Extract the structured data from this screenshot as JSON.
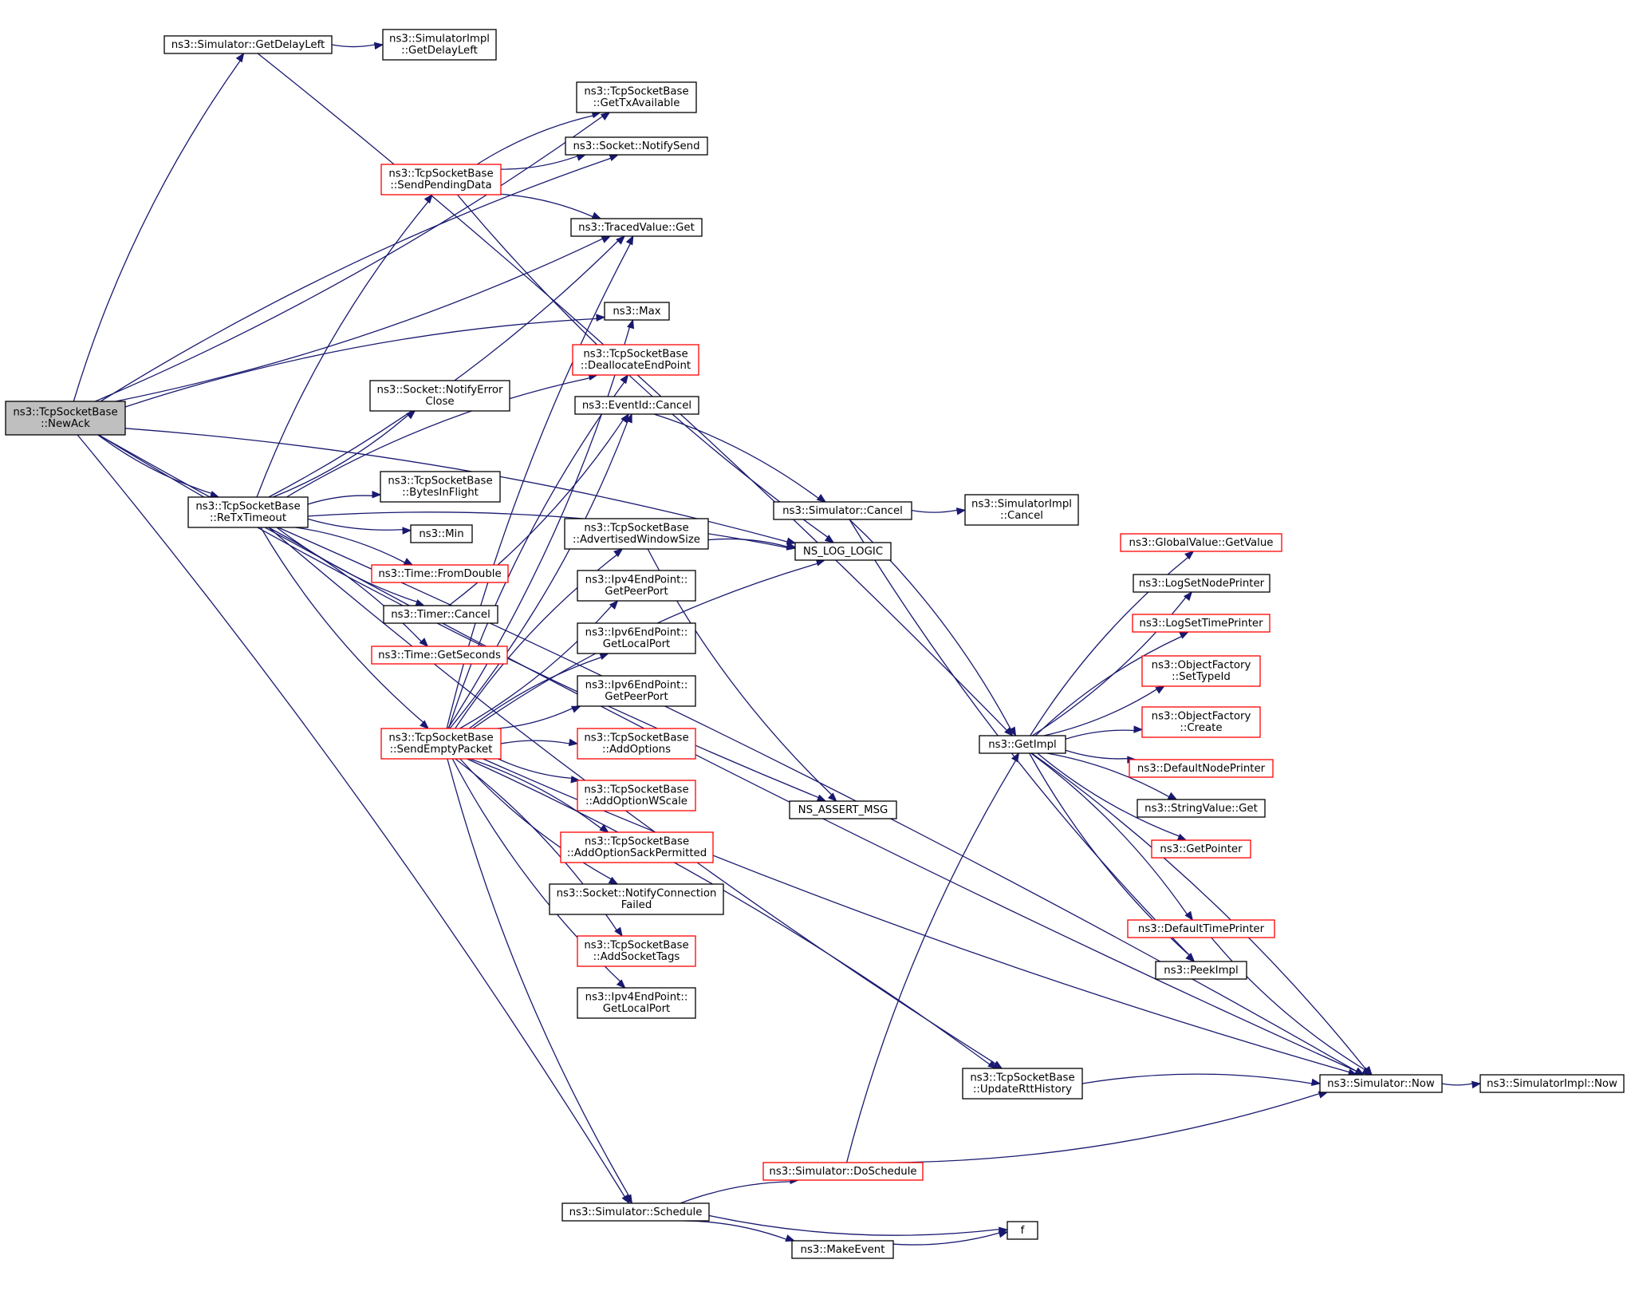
{
  "colors": {
    "edge": "#191970",
    "border_normal": "#000000",
    "border_red": "#ff0000",
    "fill_normal": "#ffffff",
    "fill_root": "#bfbfbf"
  },
  "nodes": [
    {
      "id": "newack",
      "lines": [
        "ns3::TcpSocketBase",
        "::NewAck"
      ],
      "style": "root"
    },
    {
      "id": "getdelayleft",
      "lines": [
        "ns3::Simulator::GetDelayLeft"
      ],
      "style": "normal"
    },
    {
      "id": "implgetdelayleft",
      "lines": [
        "ns3::SimulatorImpl",
        "::GetDelayLeft"
      ],
      "style": "normal"
    },
    {
      "id": "gettxavailable",
      "lines": [
        "ns3::TcpSocketBase",
        "::GetTxAvailable"
      ],
      "style": "normal"
    },
    {
      "id": "notifysend",
      "lines": [
        "ns3::Socket::NotifySend"
      ],
      "style": "normal"
    },
    {
      "id": "sendpendingdata",
      "lines": [
        "ns3::TcpSocketBase",
        "::SendPendingData"
      ],
      "style": "red"
    },
    {
      "id": "tracedget",
      "lines": [
        "ns3::TracedValue::Get"
      ],
      "style": "normal"
    },
    {
      "id": "max",
      "lines": [
        "ns3::Max"
      ],
      "style": "normal"
    },
    {
      "id": "deallocate",
      "lines": [
        "ns3::TcpSocketBase",
        "::DeallocateEndPoint"
      ],
      "style": "red"
    },
    {
      "id": "notifyerror",
      "lines": [
        "ns3::Socket::NotifyError",
        "Close"
      ],
      "style": "normal"
    },
    {
      "id": "eventcancel",
      "lines": [
        "ns3::EventId::Cancel"
      ],
      "style": "normal"
    },
    {
      "id": "bytesinflight",
      "lines": [
        "ns3::TcpSocketBase",
        "::BytesInFlight"
      ],
      "style": "normal"
    },
    {
      "id": "retxtimeout",
      "lines": [
        "ns3::TcpSocketBase",
        "::ReTxTimeout"
      ],
      "style": "normal"
    },
    {
      "id": "simcancel",
      "lines": [
        "ns3::Simulator::Cancel"
      ],
      "style": "normal"
    },
    {
      "id": "implcancel",
      "lines": [
        "ns3::SimulatorImpl",
        "::Cancel"
      ],
      "style": "normal"
    },
    {
      "id": "min",
      "lines": [
        "ns3::Min"
      ],
      "style": "normal"
    },
    {
      "id": "advwindow",
      "lines": [
        "ns3::TcpSocketBase",
        "::AdvertisedWindowSize"
      ],
      "style": "normal"
    },
    {
      "id": "nslog",
      "lines": [
        "NS_LOG_LOGIC"
      ],
      "style": "normal"
    },
    {
      "id": "globalvalue",
      "lines": [
        "ns3::GlobalValue::GetValue"
      ],
      "style": "red"
    },
    {
      "id": "fromdouble",
      "lines": [
        "ns3::Time::FromDouble"
      ],
      "style": "red"
    },
    {
      "id": "ipv4peerport",
      "lines": [
        "ns3::Ipv4EndPoint::",
        "GetPeerPort"
      ],
      "style": "normal"
    },
    {
      "id": "timercancel",
      "lines": [
        "ns3::Timer::Cancel"
      ],
      "style": "normal"
    },
    {
      "id": "lognodeprinter",
      "lines": [
        "ns3::LogSetNodePrinter"
      ],
      "style": "normal"
    },
    {
      "id": "ipv6localport",
      "lines": [
        "ns3::Ipv6EndPoint::",
        "GetLocalPort"
      ],
      "style": "normal"
    },
    {
      "id": "logtimeprinter",
      "lines": [
        "ns3::LogSetTimePrinter"
      ],
      "style": "red"
    },
    {
      "id": "getseconds",
      "lines": [
        "ns3::Time::GetSeconds"
      ],
      "style": "red"
    },
    {
      "id": "settypeid",
      "lines": [
        "ns3::ObjectFactory",
        "::SetTypeId"
      ],
      "style": "red"
    },
    {
      "id": "ipv6peerport",
      "lines": [
        "ns3::Ipv6EndPoint::",
        "GetPeerPort"
      ],
      "style": "normal"
    },
    {
      "id": "create",
      "lines": [
        "ns3::ObjectFactory",
        "::Create"
      ],
      "style": "red"
    },
    {
      "id": "sendempty",
      "lines": [
        "ns3::TcpSocketBase",
        "::SendEmptyPacket"
      ],
      "style": "red"
    },
    {
      "id": "addoptions",
      "lines": [
        "ns3::TcpSocketBase",
        "::AddOptions"
      ],
      "style": "red"
    },
    {
      "id": "getimpl",
      "lines": [
        "ns3::GetImpl"
      ],
      "style": "normal"
    },
    {
      "id": "defaultnodeprinter",
      "lines": [
        "ns3::DefaultNodePrinter"
      ],
      "style": "red"
    },
    {
      "id": "addwscale",
      "lines": [
        "ns3::TcpSocketBase",
        "::AddOptionWScale"
      ],
      "style": "red"
    },
    {
      "id": "stringget",
      "lines": [
        "ns3::StringValue::Get"
      ],
      "style": "normal"
    },
    {
      "id": "nsassert",
      "lines": [
        "NS_ASSERT_MSG"
      ],
      "style": "normal"
    },
    {
      "id": "addsack",
      "lines": [
        "ns3::TcpSocketBase",
        "::AddOptionSackPermitted"
      ],
      "style": "red"
    },
    {
      "id": "getpointer",
      "lines": [
        "ns3::GetPointer"
      ],
      "style": "red"
    },
    {
      "id": "notifyconnfailed",
      "lines": [
        "ns3::Socket::NotifyConnection",
        "Failed"
      ],
      "style": "normal"
    },
    {
      "id": "defaulttimeprinter",
      "lines": [
        "ns3::DefaultTimePrinter"
      ],
      "style": "red"
    },
    {
      "id": "addsockettags",
      "lines": [
        "ns3::TcpSocketBase",
        "::AddSocketTags"
      ],
      "style": "red"
    },
    {
      "id": "peekimpl",
      "lines": [
        "ns3::PeekImpl"
      ],
      "style": "normal"
    },
    {
      "id": "ipv4localport",
      "lines": [
        "ns3::Ipv4EndPoint::",
        "GetLocalPort"
      ],
      "style": "normal"
    },
    {
      "id": "updatertt",
      "lines": [
        "ns3::TcpSocketBase",
        "::UpdateRttHistory"
      ],
      "style": "normal"
    },
    {
      "id": "simnow",
      "lines": [
        "ns3::Simulator::Now"
      ],
      "style": "normal"
    },
    {
      "id": "implnow",
      "lines": [
        "ns3::SimulatorImpl::Now"
      ],
      "style": "normal"
    },
    {
      "id": "doschedule",
      "lines": [
        "ns3::Simulator::DoSchedule"
      ],
      "style": "red"
    },
    {
      "id": "schedule",
      "lines": [
        "ns3::Simulator::Schedule"
      ],
      "style": "normal"
    },
    {
      "id": "f",
      "lines": [
        "f"
      ],
      "style": "normal"
    },
    {
      "id": "makeevent",
      "lines": [
        "ns3::MakeEvent"
      ],
      "style": "normal"
    }
  ],
  "edges": [
    [
      "newack",
      "getdelayleft"
    ],
    [
      "getdelayleft",
      "implgetdelayleft"
    ],
    [
      "getdelayleft",
      "getimpl"
    ],
    [
      "newack",
      "gettxavailable"
    ],
    [
      "newack",
      "notifysend"
    ],
    [
      "newack",
      "tracedget"
    ],
    [
      "newack",
      "max"
    ],
    [
      "newack",
      "retxtimeout"
    ],
    [
      "newack",
      "nslog"
    ],
    [
      "newack",
      "nsassert"
    ],
    [
      "newack",
      "schedule"
    ],
    [
      "newack",
      "simnow"
    ],
    [
      "sendpendingdata",
      "gettxavailable"
    ],
    [
      "sendpendingdata",
      "notifysend"
    ],
    [
      "sendpendingdata",
      "tracedget"
    ],
    [
      "sendpendingdata",
      "nslog"
    ],
    [
      "retxtimeout",
      "sendpendingdata"
    ],
    [
      "retxtimeout",
      "tracedget"
    ],
    [
      "retxtimeout",
      "deallocate"
    ],
    [
      "retxtimeout",
      "notifyerror"
    ],
    [
      "retxtimeout",
      "bytesinflight"
    ],
    [
      "retxtimeout",
      "min"
    ],
    [
      "retxtimeout",
      "fromdouble"
    ],
    [
      "retxtimeout",
      "timercancel"
    ],
    [
      "retxtimeout",
      "getseconds"
    ],
    [
      "retxtimeout",
      "sendempty"
    ],
    [
      "retxtimeout",
      "nslog"
    ],
    [
      "retxtimeout",
      "updatertt"
    ],
    [
      "retxtimeout",
      "simnow"
    ],
    [
      "timercancel",
      "eventcancel"
    ],
    [
      "eventcancel",
      "simcancel"
    ],
    [
      "simcancel",
      "implcancel"
    ],
    [
      "simcancel",
      "getimpl"
    ],
    [
      "simcancel",
      "peekimpl"
    ],
    [
      "advwindow",
      "nslog"
    ],
    [
      "advwindow",
      "nsassert"
    ],
    [
      "sendempty",
      "tracedget"
    ],
    [
      "sendempty",
      "max"
    ],
    [
      "sendempty",
      "deallocate"
    ],
    [
      "sendempty",
      "eventcancel"
    ],
    [
      "sendempty",
      "advwindow"
    ],
    [
      "sendempty",
      "ipv4peerport"
    ],
    [
      "sendempty",
      "ipv6localport"
    ],
    [
      "sendempty",
      "ipv6peerport"
    ],
    [
      "sendempty",
      "addoptions"
    ],
    [
      "sendempty",
      "addwscale"
    ],
    [
      "sendempty",
      "addsack"
    ],
    [
      "sendempty",
      "notifyconnfailed"
    ],
    [
      "sendempty",
      "addsockettags"
    ],
    [
      "sendempty",
      "ipv4localport"
    ],
    [
      "sendempty",
      "nslog"
    ],
    [
      "sendempty",
      "simnow"
    ],
    [
      "sendempty",
      "updatertt"
    ],
    [
      "sendempty",
      "schedule"
    ],
    [
      "getimpl",
      "globalvalue"
    ],
    [
      "getimpl",
      "lognodeprinter"
    ],
    [
      "getimpl",
      "logtimeprinter"
    ],
    [
      "getimpl",
      "settypeid"
    ],
    [
      "getimpl",
      "create"
    ],
    [
      "getimpl",
      "defaultnodeprinter"
    ],
    [
      "getimpl",
      "stringget"
    ],
    [
      "getimpl",
      "getpointer"
    ],
    [
      "getimpl",
      "defaulttimeprinter"
    ],
    [
      "getimpl",
      "peekimpl"
    ],
    [
      "getimpl",
      "simnow"
    ],
    [
      "defaulttimeprinter",
      "simnow"
    ],
    [
      "updatertt",
      "simnow"
    ],
    [
      "simnow",
      "implnow"
    ],
    [
      "schedule",
      "doschedule"
    ],
    [
      "schedule",
      "f"
    ],
    [
      "schedule",
      "makeevent"
    ],
    [
      "makeevent",
      "f"
    ],
    [
      "doschedule",
      "getimpl"
    ],
    [
      "doschedule",
      "simnow"
    ]
  ]
}
